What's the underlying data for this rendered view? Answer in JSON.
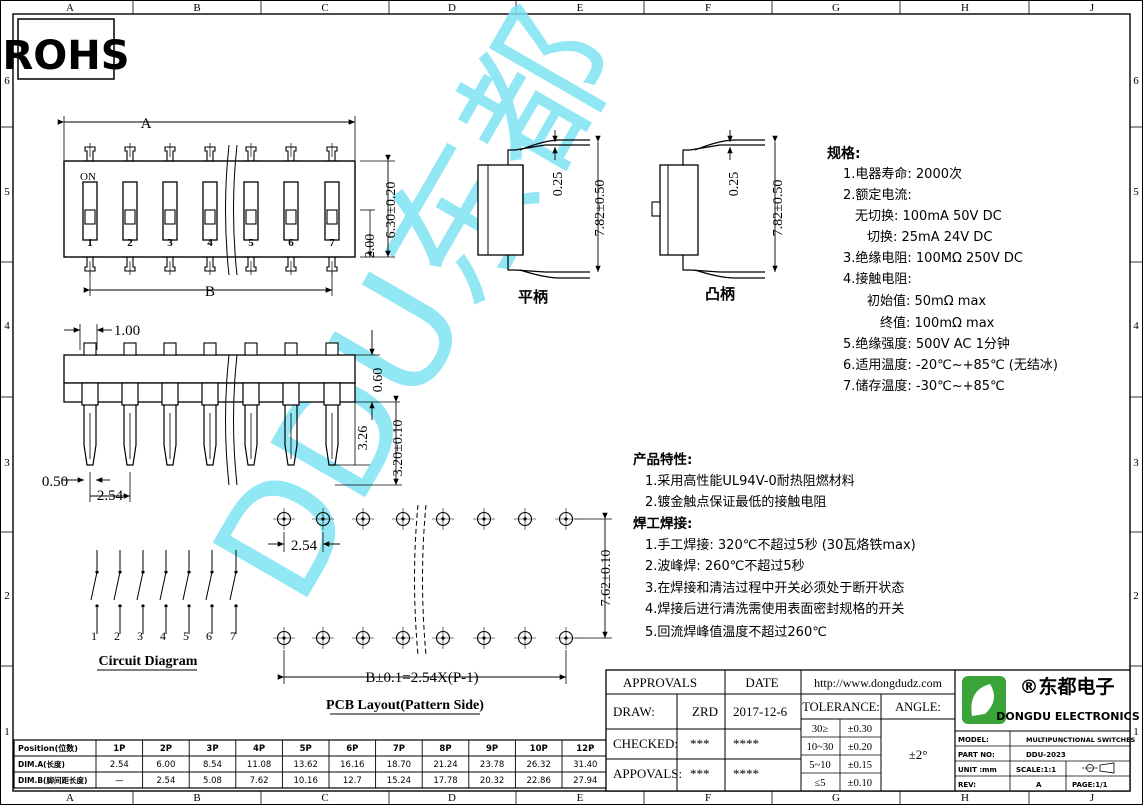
{
  "frame": {
    "col_labels": [
      "A",
      "B",
      "C",
      "D",
      "E",
      "F",
      "G",
      "H",
      "J"
    ],
    "row_labels": [
      "6",
      "5",
      "4",
      "3",
      "2",
      "1"
    ]
  },
  "rohs": "ROHS",
  "watermark": "DDU东都",
  "top_view": {
    "dim_a": "A",
    "dim_b": "B",
    "on_label": "ON",
    "switch_numbers": [
      "1",
      "2",
      "3",
      "4",
      "5",
      "6",
      "7"
    ],
    "dim_height": "6.30±0.20",
    "dim_body": "2.00"
  },
  "side_view": {
    "dim_pitch_top": "1.00",
    "dim_060": "0.60",
    "dim_326": "3.26",
    "dim_320": "3.20±0.10",
    "dim_050": "0.50",
    "dim_254": "2.54"
  },
  "flat_handle": {
    "label": "平柄",
    "dim_025": "0.25",
    "dim_782": "7.82±0.50"
  },
  "raised_handle": {
    "label": "凸柄",
    "dim_025": "0.25",
    "dim_782": "7.82±0.50"
  },
  "pcb": {
    "dim_pitch": "2.54",
    "dim_762": "7.62±0.10",
    "formula": "B±0.1=2.54X(P-1)",
    "caption": "PCB Layout(Pattern Side)"
  },
  "circuit": {
    "numbers": [
      "1",
      "2",
      "3",
      "4",
      "5",
      "6",
      "7"
    ],
    "caption": "Circuit Diagram"
  },
  "specs": {
    "title": "规格:",
    "lines": [
      "1.电器寿命: 2000次",
      "2.额定电流:",
      "无切换: 100mA 50V DC",
      "切换: 25mA 24V DC",
      "3.绝缘电阻: 100MΩ 250V DC",
      "4.接触电阻:",
      "初始值: 50mΩ max",
      "终值: 100mΩ max",
      "5.绝缘强度: 500V AC 1分钟",
      "6.适用温度: -20℃~+85℃ (无结冰)",
      "7.储存温度: -30℃~+85℃"
    ]
  },
  "features": {
    "title": "产品特性:",
    "lines": [
      "1.采用高性能UL94V-0耐热阻燃材料",
      "2.镀金触点保证最低的接触电阻"
    ],
    "solder_title": "焊工焊接:",
    "solder_lines": [
      "1.手工焊接: 320℃不超过5秒 (30瓦烙铁max)",
      "2.波峰焊: 260℃不超过5秒",
      "3.在焊接和清洁过程中开关必须处于断开状态",
      "4.焊接后进行清洗需使用表面密封规格的开关",
      "5.回流焊峰值温度不超过260℃"
    ]
  },
  "dim_table": {
    "headers": [
      "Position(位数)",
      "1P",
      "2P",
      "3P",
      "4P",
      "5P",
      "6P",
      "7P",
      "8P",
      "9P",
      "10P",
      "12P"
    ],
    "rows": [
      [
        "DIM.A(长度)",
        "2.54",
        "6.00",
        "8.54",
        "11.08",
        "13.62",
        "16.16",
        "18.70",
        "21.24",
        "23.78",
        "26.32",
        "31.40"
      ],
      [
        "DIM.B(脚间距长度)",
        "—",
        "2.54",
        "5.08",
        "7.62",
        "10.16",
        "12.7",
        "15.24",
        "17.78",
        "20.32",
        "22.86",
        "27.94"
      ]
    ]
  },
  "title_block": {
    "approvals": "APPROVALS",
    "date": "DATE",
    "draw_label": "DRAW:",
    "draw_name": "ZRD",
    "draw_date": "2017-12-6",
    "checked_label": "CHECKED:",
    "checked_name": "***",
    "checked_date": "****",
    "approvals_label": "APPOVALS:",
    "approvals_name": "***",
    "approvals_date": "****",
    "url": "http://www.dongdudz.com",
    "tolerance": "TOLERANCE:",
    "angle": "ANGLE:",
    "angle_value": "±2°",
    "tol_rows": [
      [
        "30≥",
        "±0.30"
      ],
      [
        "10~30",
        "±0.20"
      ],
      [
        "5~10",
        "±0.15"
      ],
      [
        "≤5",
        "±0.10"
      ]
    ],
    "company_cn": "®东都电子",
    "company_en": "DONGDU ELECTRONICS",
    "model_label": "MODEL:",
    "model_value": "MULTIPUNCTIONAL SWITCHES",
    "part_label": "PART NO:",
    "part_value": "DDU-2023",
    "unit_label": "UNIT :mm",
    "scale": "SCALE:1:1",
    "rev_label": "REV:",
    "rev_value": "A",
    "page": "PAGE:1/1"
  },
  "colors": {
    "watermark": "#7fe3f3",
    "logo_green": "#3aa33a",
    "line": "#000000"
  }
}
